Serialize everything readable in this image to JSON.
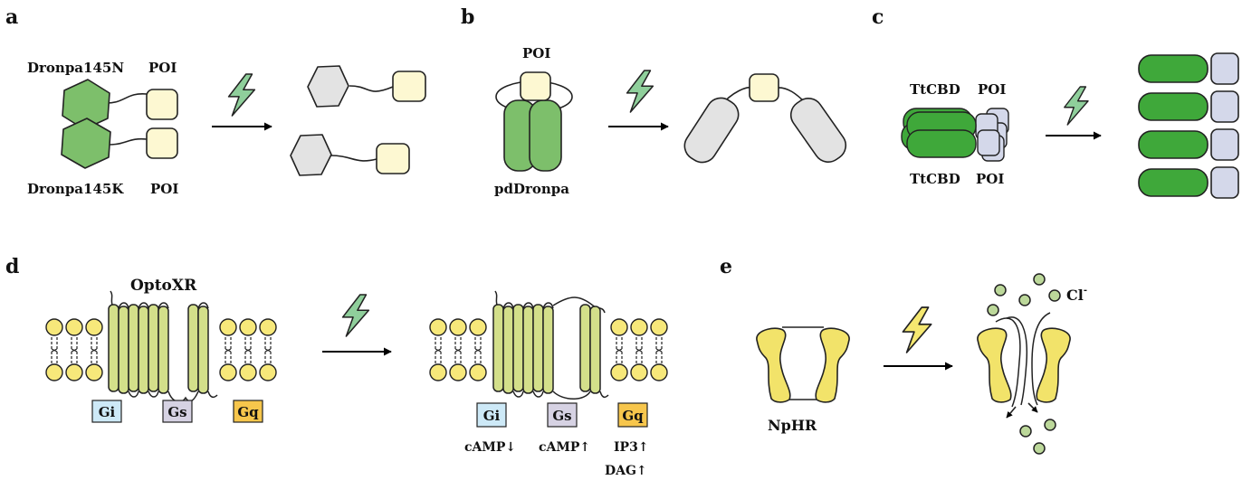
{
  "panels": {
    "a": {
      "letter": "a",
      "top_label_1": "Dronpa145N",
      "top_label_2": "POI",
      "bottom_label_1": "Dronpa145K",
      "bottom_label_2": "POI"
    },
    "b": {
      "letter": "b",
      "poi_label": "POI",
      "protein_label": "pdDronpa"
    },
    "c": {
      "letter": "c",
      "top_label_1": "TtCBD",
      "top_label_2": "POI",
      "bottom_label_1": "TtCBD",
      "bottom_label_2": "POI"
    },
    "d": {
      "letter": "d",
      "title": "OptoXR",
      "left_g_proteins": [
        "Gi",
        "Gs",
        "Gq"
      ],
      "right_g_proteins": [
        "Gi",
        "Gs",
        "Gq"
      ],
      "readouts": [
        "cAMP↓",
        "cAMP↑",
        "IP3↑",
        "DAG↑"
      ]
    },
    "e": {
      "letter": "e",
      "protein_label": "NpHR",
      "ion_label": "Cl",
      "ion_charge": "-"
    }
  },
  "colors": {
    "dronpa_green": "#7dbf6b",
    "tt_green": "#3fa83a",
    "poi_yellow": "#fdf8d2",
    "gray_shape": "#e3e3e3",
    "poi_lavender": "#d4d8ea",
    "helix_green": "#d3df8a",
    "lipid_yellow": "#f7e87a",
    "npHR_yellow": "#f2e36a",
    "bolt_green": "#8fcf9b",
    "bolt_yellow": "#f5e870",
    "gi_blue": "#cde9f7",
    "gs_lavender": "#d6d2e3",
    "gq_orange": "#f7c64c",
    "ion_green": "#bcd89a"
  },
  "icons": [
    "lightning-bolt-icon",
    "arrow-right-icon"
  ]
}
